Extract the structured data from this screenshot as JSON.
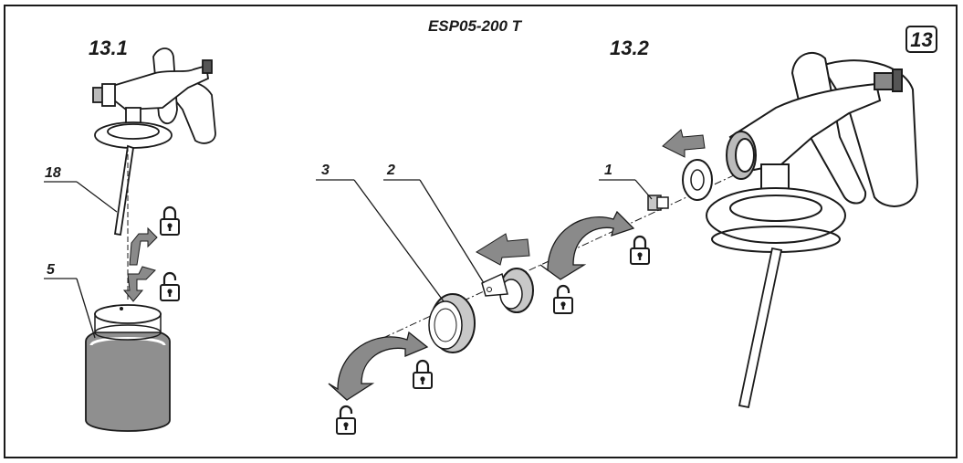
{
  "title": "ESP05-200 T",
  "figure_number": "13",
  "subfigures": [
    {
      "label": "13.1"
    },
    {
      "label": "13.2"
    }
  ],
  "callouts": [
    "18",
    "5",
    "3",
    "2",
    "1"
  ],
  "colors": {
    "line": "#1a1a1a",
    "arrow_fill": "#8a8a8a",
    "cup_fill": "#8f8f8f",
    "part_fill": "#c8c8c8"
  }
}
